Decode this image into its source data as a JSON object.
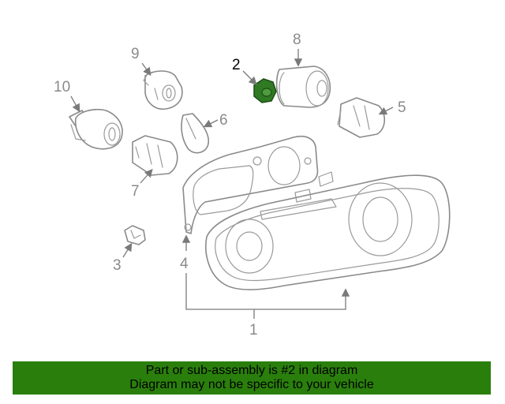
{
  "diagram": {
    "highlight_color": "#2f7a22",
    "callouts": {
      "c1": "1",
      "c2": "2",
      "c3": "3",
      "c4": "4",
      "c5": "5",
      "c6": "6",
      "c7": "7",
      "c8": "8",
      "c9": "9",
      "c10": "10"
    }
  },
  "banner": {
    "color": "#2a7f0c",
    "line1": "Part or sub-assembly is #2 in diagram",
    "line2": "Diagram may not be specific to your vehicle"
  }
}
